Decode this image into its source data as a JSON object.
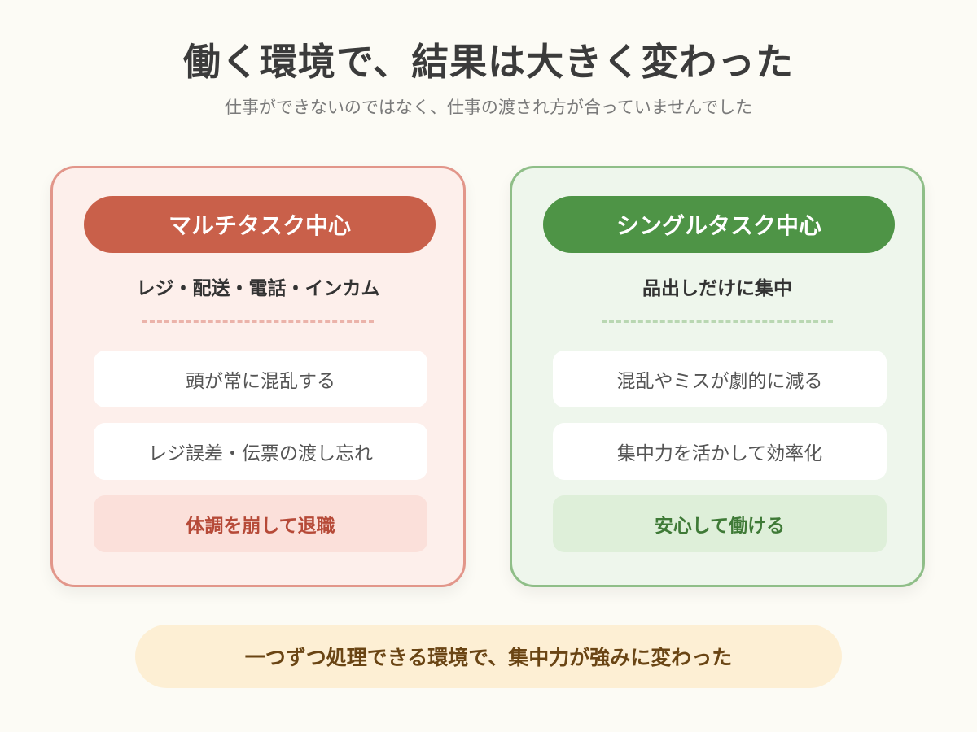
{
  "title": "働く環境で、結果は大きく変わった",
  "subtitle": "仕事ができないのではなく、仕事の渡され方が合っていませんでした",
  "left_card": {
    "heading": "マルチタスク中心",
    "description": "レジ・配送・電話・インカム",
    "items": [
      "頭が常に混乱する",
      "レジ誤差・伝票の渡し忘れ",
      "体調を崩して退職"
    ]
  },
  "right_card": {
    "heading": "シングルタスク中心",
    "description": "品出しだけに集中",
    "items": [
      "混乱やミスが劇的に減る",
      "集中力を活かして効率化",
      "安心して働ける"
    ]
  },
  "footer": "一つずつ処理できる環境で、集中力が強みに変わった",
  "colors": {
    "left_accent": "#c9604a",
    "right_accent": "#4e9446",
    "footer_bg": "#fdefd4"
  }
}
